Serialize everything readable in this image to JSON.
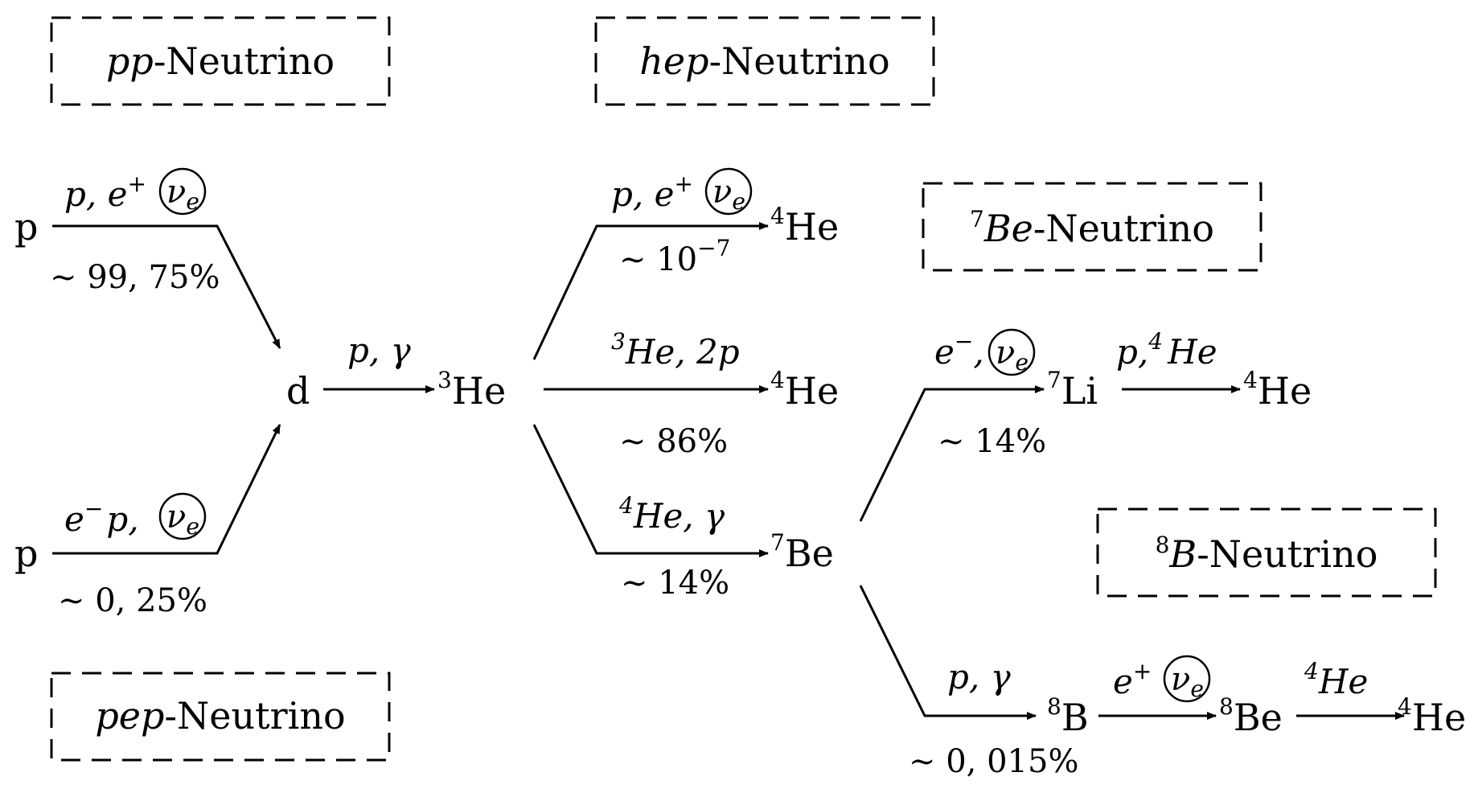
{
  "boxes": {
    "pp": {
      "italic": "pp",
      "rest": "-Neutrino"
    },
    "hep": {
      "italic": "hep",
      "rest": "-Neutrino"
    },
    "be7": {
      "sup": "7",
      "italic": "Be",
      "rest": "-Neutrino"
    },
    "b8": {
      "sup": "8",
      "italic": "B",
      "rest": "-Neutrino"
    },
    "pep": {
      "italic": "pep",
      "rest": "-Neutrino"
    }
  },
  "nodes": {
    "p_top": "p",
    "p_bottom": "p",
    "d": "d",
    "he3": {
      "sup": "3",
      "base": "He"
    },
    "he4_a": {
      "sup": "4",
      "base": "He"
    },
    "he4_b": {
      "sup": "4",
      "base": "He"
    },
    "be7": {
      "sup": "7",
      "base": "Be"
    },
    "li7": {
      "sup": "7",
      "base": "Li"
    },
    "he4_c": {
      "sup": "4",
      "base": "He"
    },
    "b8": {
      "sup": "8",
      "base": "B"
    },
    "be8": {
      "sup": "8",
      "base": "Be"
    },
    "he4_d": {
      "sup": "4",
      "base": "He"
    }
  },
  "reactions": {
    "pp": {
      "label": "p, e",
      "sup": "+",
      "nu": "ν",
      "nu_sub": "e",
      "branch": "∼ 99, 75%"
    },
    "pep": {
      "label_a": "e",
      "sup": "−",
      "label_b": "p,",
      "nu": "ν",
      "nu_sub": "e",
      "branch": "∼ 0, 25%"
    },
    "d_he3": {
      "label": "p, γ"
    },
    "hep": {
      "label": "p, e",
      "sup": "+",
      "nu": "ν",
      "nu_sub": "e",
      "branch": "∼ 10",
      "branch_sup": "−7"
    },
    "he3he3": {
      "sup": "3",
      "label": "He, 2p",
      "branch": "∼ 86%"
    },
    "he3he4": {
      "sup": "4",
      "label": "He, γ",
      "branch": "∼ 14%"
    },
    "be7_ec": {
      "label": "e",
      "sup": "−",
      "comma": ",",
      "nu": "ν",
      "nu_sub": "e",
      "branch": "∼ 14%"
    },
    "li7_p": {
      "label": "p,",
      "sup": "4",
      "label_b": "He"
    },
    "be7_p": {
      "label": "p, γ",
      "branch": "∼ 0, 015%"
    },
    "b8_beta": {
      "label": "e",
      "sup": "+",
      "nu": "ν",
      "nu_sub": "e"
    },
    "be8_decay": {
      "sup": "4",
      "label": "He"
    }
  }
}
